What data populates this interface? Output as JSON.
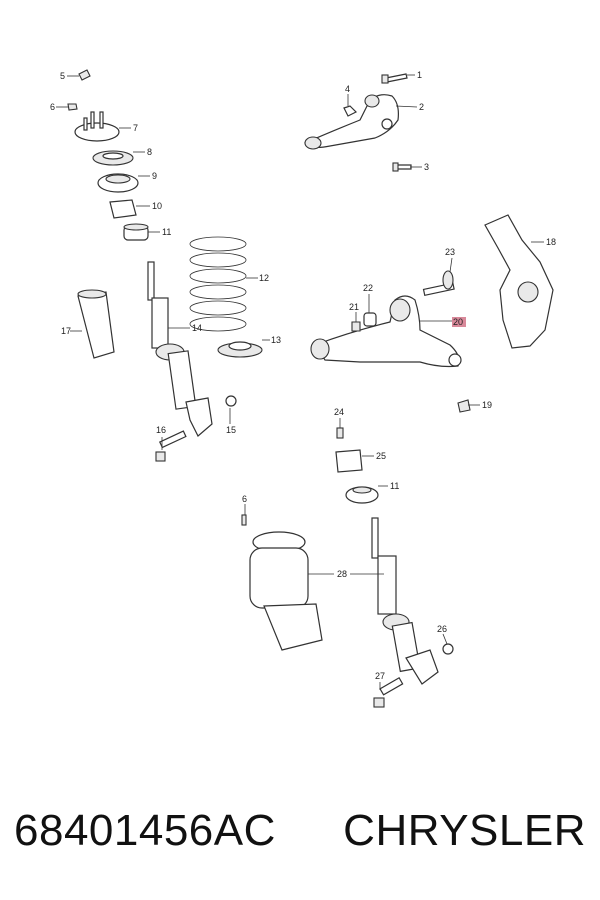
{
  "callouts": [
    "1",
    "2",
    "3",
    "4",
    "5",
    "6",
    "7",
    "8",
    "9",
    "10",
    "11",
    "12",
    "13",
    "14",
    "15",
    "16",
    "17",
    "18",
    "19",
    "20",
    "21",
    "22",
    "23",
    "24",
    "25",
    "11",
    "6",
    "28",
    "26",
    "27"
  ],
  "highlight_color": "#d9899a",
  "caption": {
    "part_number": "68401456AC",
    "brand": "CHRYSLER"
  }
}
